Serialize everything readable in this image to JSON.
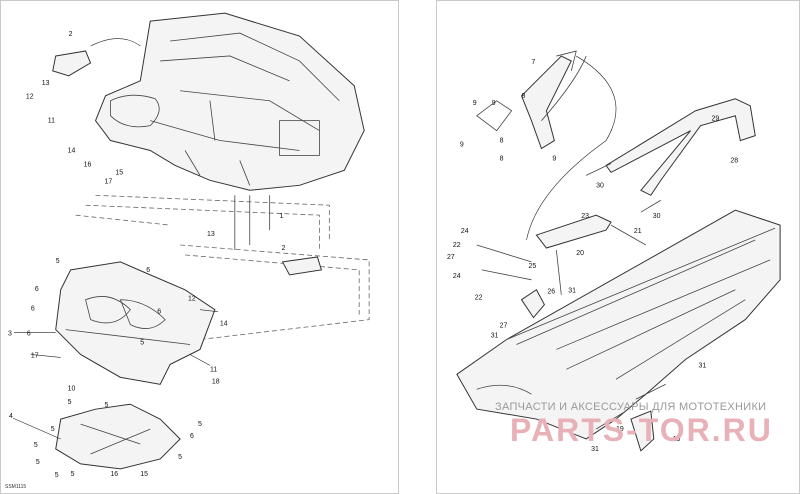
{
  "figure_code": "SSM1115",
  "watermark": {
    "tagline": "ЗАПЧАСТИ И АКСЕССУАРЫ ДЛЯ МОТОТЕХНИКИ",
    "logo": "PARTS-TOR.RU"
  },
  "colors": {
    "line": "#333333",
    "panel_border": "#c9c9c9",
    "watermark_logo": "#e8b1b8"
  },
  "callouts": {
    "c1": "1",
    "c2a": "2",
    "c2b": "2",
    "c3": "3",
    "c4": "4",
    "c5a": "5",
    "c5b": "5",
    "c5c": "5",
    "c5d": "5",
    "c5e": "5",
    "c5f": "5",
    "c5g": "5",
    "c5h": "5",
    "c5i": "5",
    "c5j": "5",
    "c5k": "5",
    "c6a": "6",
    "c6b": "6",
    "c6c": "6",
    "c6d": "6",
    "c6e": "6",
    "c6f": "6",
    "c7": "7",
    "c8a": "8",
    "c8b": "8",
    "c8c": "8",
    "c9a": "9",
    "c9b": "9",
    "c9c": "9",
    "c9d": "9",
    "c10": "10",
    "c11a": "11",
    "c11b": "11",
    "c12a": "12",
    "c12b": "12",
    "c13a": "13",
    "c13b": "13",
    "c14a": "14",
    "c14b": "14",
    "c15a": "15",
    "c15b": "15",
    "c16a": "16",
    "c16b": "16",
    "c17a": "17",
    "c17b": "17",
    "c18": "18",
    "c19a": "19",
    "c19b": "19",
    "c20": "20",
    "c21": "21",
    "c22a": "22",
    "c22b": "22",
    "c23": "23",
    "c24a": "24",
    "c24b": "24",
    "c25": "25",
    "c26": "26",
    "c27a": "27",
    "c27b": "27",
    "c28": "28",
    "c29": "29",
    "c30a": "30",
    "c30b": "30",
    "c31a": "31",
    "c31b": "31",
    "c31c": "31",
    "c31d": "31"
  }
}
